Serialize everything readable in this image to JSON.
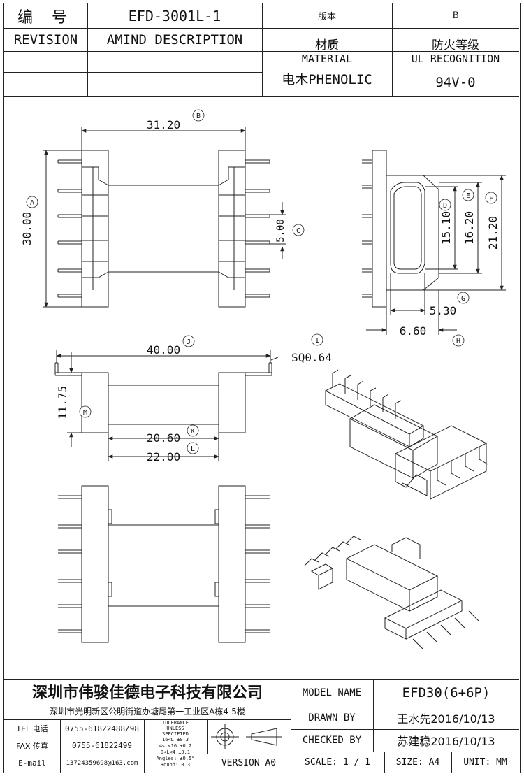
{
  "header": {
    "code_label": "编  号",
    "code_value": "EFD-3001L-1",
    "version_label": "版本",
    "version_value": "B",
    "revision_label": "REVISION",
    "amend_label": "AMIND DESCRIPTION",
    "material_label_cn": "材质",
    "material_label_en": "MATERIAL",
    "material_value": "电木PHENOLIC",
    "ul_label_cn": "防火等级",
    "ul_label_en": "UL RECOGNITION",
    "ul_value": "94V-0"
  },
  "dimensions": {
    "B": "31.20",
    "A": "30.00",
    "C": "5.00",
    "D": "15.10",
    "E": "16.20",
    "F": "21.20",
    "G": "5.30",
    "H": "6.60",
    "J": "40.00",
    "I": "SQ0.64",
    "M": "11.75",
    "K": "20.60",
    "L": "22.00"
  },
  "balloons": {
    "A": "A",
    "B": "B",
    "C": "C",
    "D": "D",
    "E": "E",
    "F": "F",
    "G": "G",
    "H": "H",
    "I": "I",
    "J": "J",
    "K": "K",
    "L": "L",
    "M": "M"
  },
  "footer": {
    "company": "深圳市伟骏佳德电子科技有限公司",
    "address": "深圳市光明新区公明街道办塘尾第一工业区A栋4-5楼",
    "tel_label": "TEL 电话",
    "tel_value": "0755-61822488/98",
    "fax_label": "FAX 传真",
    "fax_value": "0755-61822499",
    "email_label": "E-mail",
    "email_value": "13724359698@163.com",
    "tolerance_title": "TOLERANCE UNLESS SPECIFIED",
    "tolerance_rows": [
      "16<L       ±0.3",
      "4<L<16     ±0.2",
      "0<L<4      ±0.1",
      "Angles: ±0.5°",
      "Round: 0.3"
    ],
    "version": "VERSION A0",
    "model_label": "MODEL NAME",
    "model_value": "EFD30(6+6P)",
    "drawn_label": "DRAWN BY",
    "drawn_value": "王水先2016/10/13",
    "checked_label": "CHECKED BY",
    "checked_value": "苏建稳2016/10/13",
    "scale": "SCALE: 1 / 1",
    "size": "SIZE: A4",
    "unit": "UNIT: MM"
  }
}
